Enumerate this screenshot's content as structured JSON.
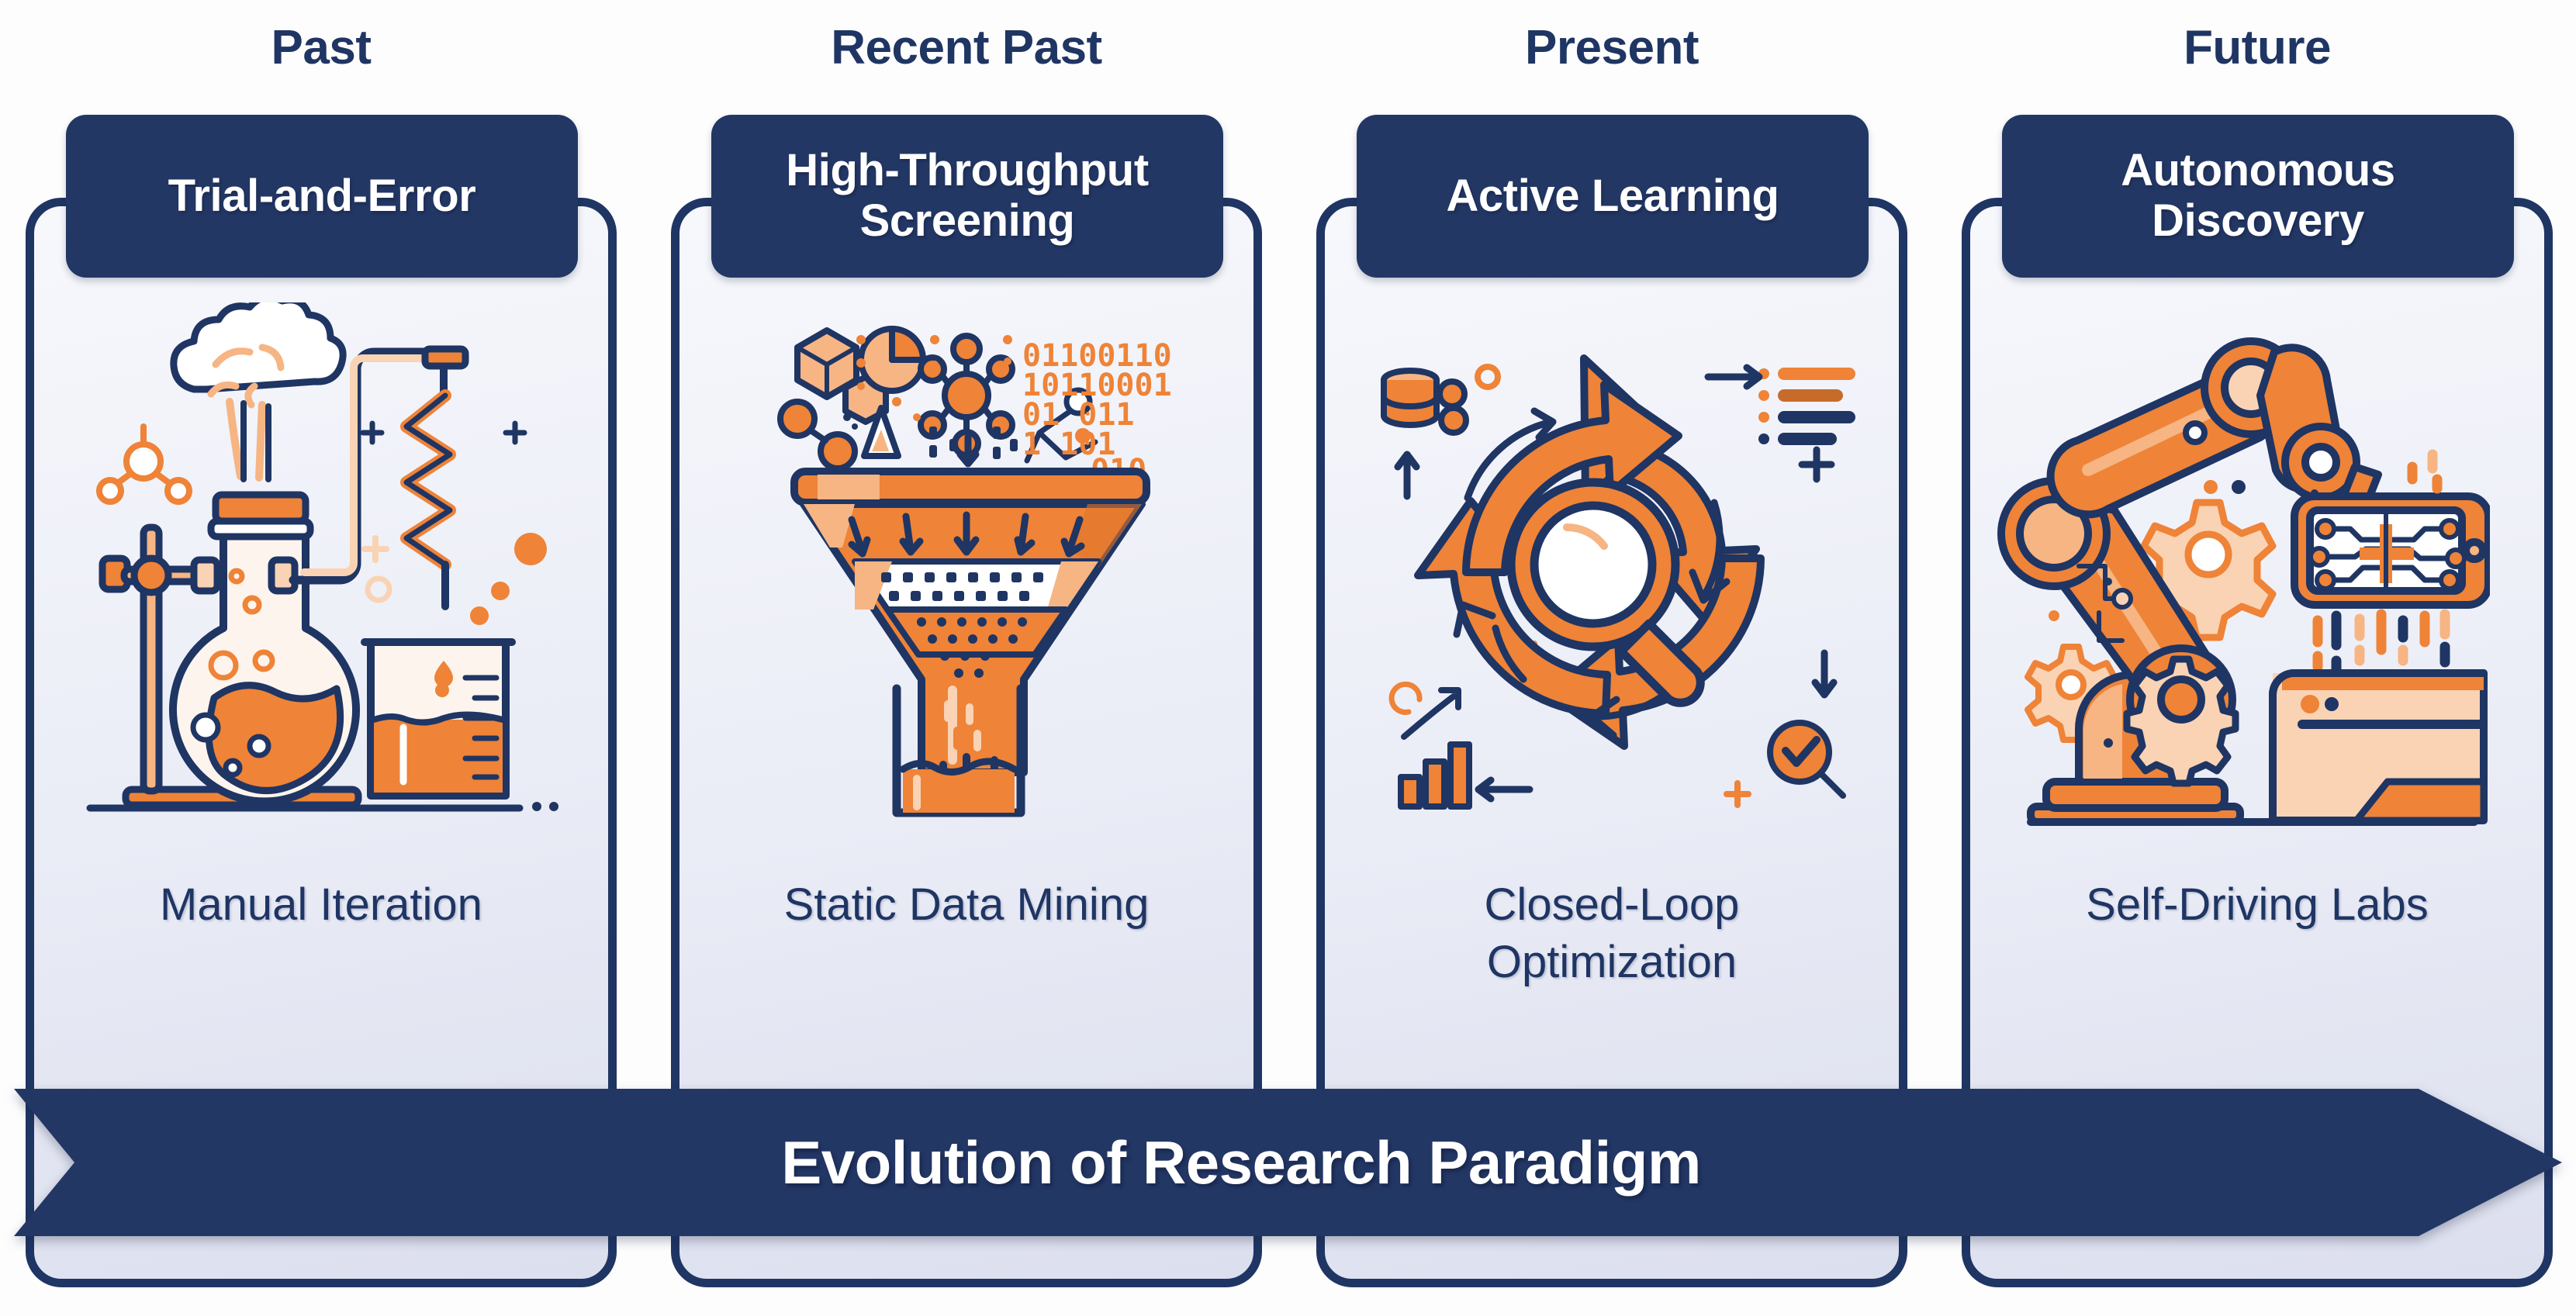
{
  "palette": {
    "navy": "#1f3563",
    "navy_pill": "#233765",
    "orange": "#ef8337",
    "orange_light": "#f6b583",
    "orange_pale": "#f9d3b4",
    "card_top": "#f7f8fc",
    "card_bottom": "#dcdfee",
    "background": "#fdfdfe",
    "white": "#ffffff"
  },
  "columns": [
    {
      "era": "Past",
      "pill_label": "Trial-and-Error",
      "caption": "Manual Iteration",
      "illustration": "chemistry-lab-flask-icon"
    },
    {
      "era": "Recent Past",
      "pill_label": "High-Throughput Screening",
      "caption": "Static Data Mining",
      "illustration": "data-funnel-icon"
    },
    {
      "era": "Present",
      "pill_label": "Active Learning",
      "caption": "Closed-Loop Optimization",
      "illustration": "closed-loop-cycle-magnifier-icon"
    },
    {
      "era": "Future",
      "pill_label": "Autonomous Discovery",
      "caption": "Self-Driving Labs",
      "illustration": "robot-arm-automation-icon"
    }
  ],
  "banner": {
    "label": "Evolution of Research Paradigm",
    "direction": "right",
    "shape": "chevron-arrow"
  },
  "illustration_details": {
    "funnel_binary_rows": [
      "01100110",
      "10110001",
      "01  011",
      "1  101",
      "010"
    ]
  }
}
